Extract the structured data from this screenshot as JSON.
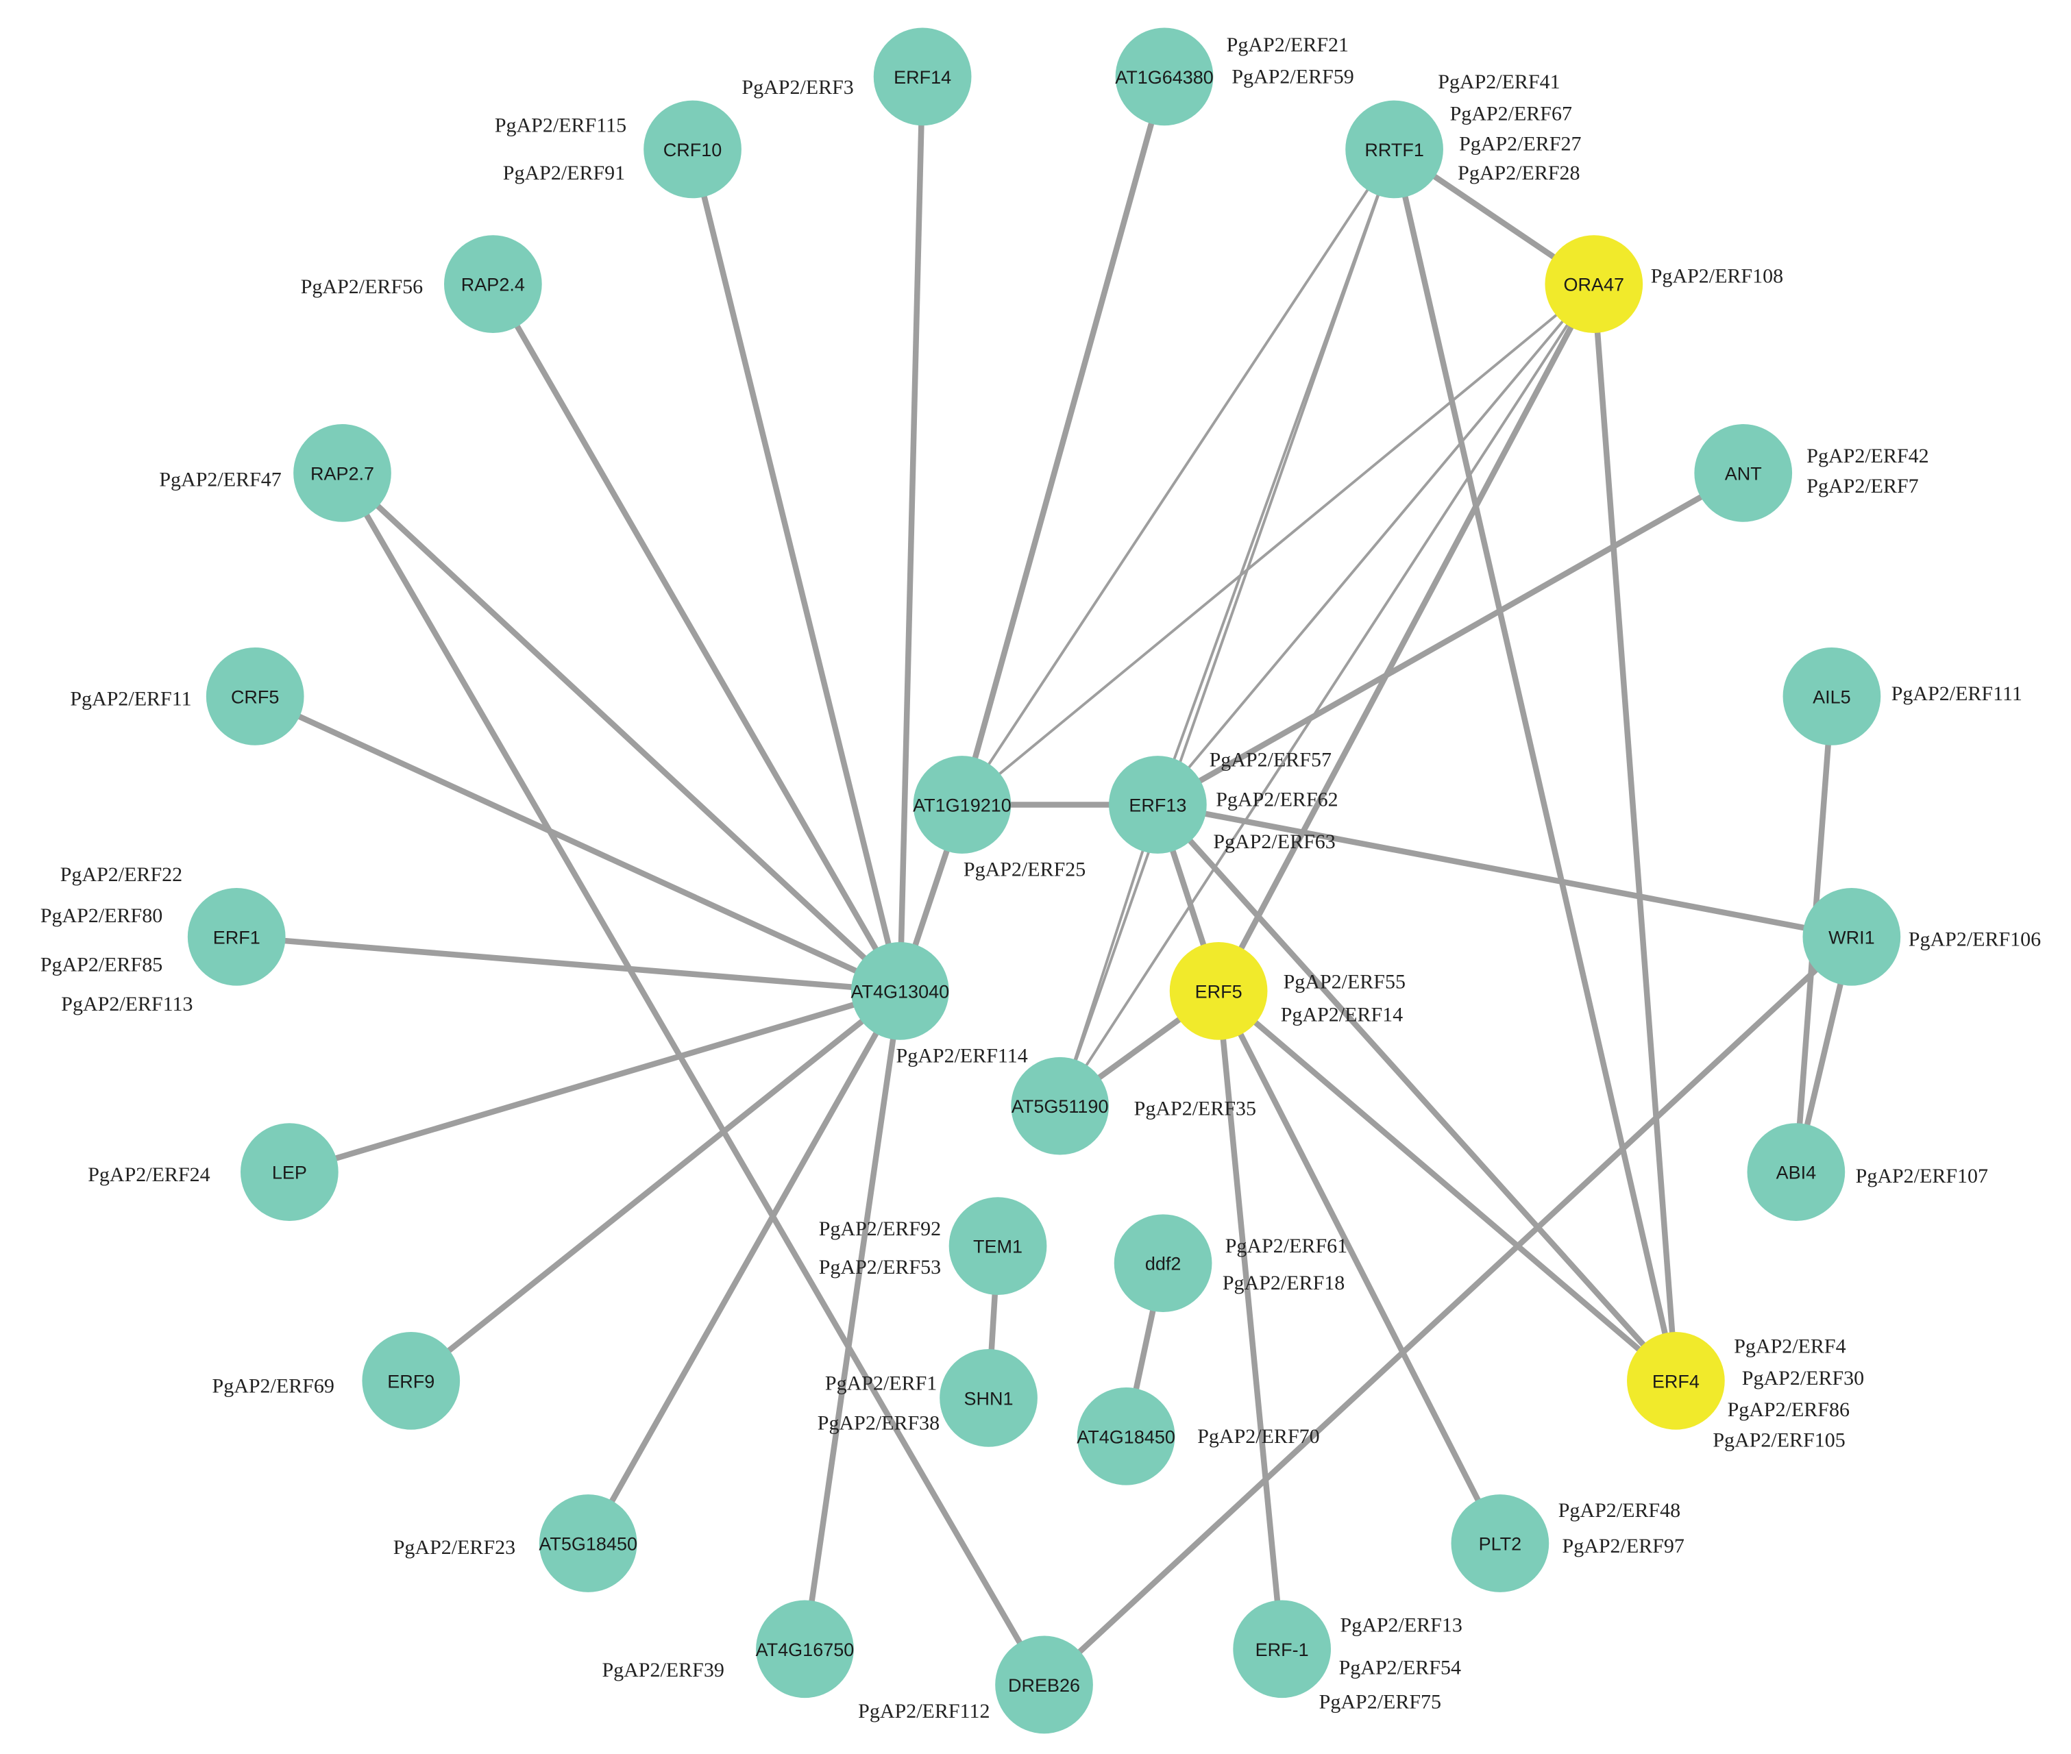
{
  "colors": {
    "edge": "#9e9e9e",
    "node_default": "#7dcdb9",
    "node_highlight": "#f1ea2b",
    "label_text": "#1a1a1a",
    "annotation_text": "#222222"
  },
  "nodes": [
    {
      "id": "AT4G13040",
      "label": "AT4G13040",
      "color": "default",
      "annotations": [
        "PgAP2/ERF114"
      ]
    },
    {
      "id": "AT1G19210",
      "label": "AT1G19210",
      "color": "default",
      "annotations": [
        "PgAP2/ERF25"
      ]
    },
    {
      "id": "ERF13",
      "label": "ERF13",
      "color": "default",
      "annotations": [
        "PgAP2/ERF57",
        "PgAP2/ERF62",
        "PgAP2/ERF63"
      ]
    },
    {
      "id": "ERF5",
      "label": "ERF5",
      "color": "highlight",
      "annotations": [
        "PgAP2/ERF55",
        "PgAP2/ERF14"
      ]
    },
    {
      "id": "ORA47",
      "label": "ORA47",
      "color": "highlight",
      "annotations": [
        "PgAP2/ERF108"
      ]
    },
    {
      "id": "ERF4",
      "label": "ERF4",
      "color": "highlight",
      "annotations": [
        "PgAP2/ERF4",
        "PgAP2/ERF30",
        "PgAP2/ERF86",
        "PgAP2/ERF105"
      ]
    },
    {
      "id": "RRTF1",
      "label": "RRTF1",
      "color": "default",
      "annotations": [
        "PgAP2/ERF41",
        "PgAP2/ERF67",
        "PgAP2/ERF27",
        "PgAP2/ERF28"
      ]
    },
    {
      "id": "ERF14",
      "label": "ERF14",
      "color": "default",
      "annotations": [
        "PgAP2/ERF3"
      ]
    },
    {
      "id": "AT1G64380",
      "label": "AT1G64380",
      "color": "default",
      "annotations": [
        "PgAP2/ERF21",
        "PgAP2/ERF59"
      ]
    },
    {
      "id": "CRF10",
      "label": "CRF10",
      "color": "default",
      "annotations": [
        "PgAP2/ERF115",
        "PgAP2/ERF91"
      ]
    },
    {
      "id": "RAP2.4",
      "label": "RAP2.4",
      "color": "default",
      "annotations": [
        "PgAP2/ERF56"
      ]
    },
    {
      "id": "RAP2.7",
      "label": "RAP2.7",
      "color": "default",
      "annotations": [
        "PgAP2/ERF47"
      ]
    },
    {
      "id": "CRF5",
      "label": "CRF5",
      "color": "default",
      "annotations": [
        "PgAP2/ERF11"
      ]
    },
    {
      "id": "ERF1",
      "label": "ERF1",
      "color": "default",
      "annotations": [
        "PgAP2/ERF22",
        "PgAP2/ERF80",
        "PgAP2/ERF85",
        "PgAP2/ERF113"
      ]
    },
    {
      "id": "LEP",
      "label": "LEP",
      "color": "default",
      "annotations": [
        "PgAP2/ERF24"
      ]
    },
    {
      "id": "ERF9",
      "label": "ERF9",
      "color": "default",
      "annotations": [
        "PgAP2/ERF69"
      ]
    },
    {
      "id": "AT5G18450",
      "label": "AT5G18450",
      "color": "default",
      "annotations": [
        "PgAP2/ERF23"
      ]
    },
    {
      "id": "AT4G16750",
      "label": "AT4G16750",
      "color": "default",
      "annotations": [
        "PgAP2/ERF39"
      ]
    },
    {
      "id": "DREB26",
      "label": "DREB26",
      "color": "default",
      "annotations": [
        "PgAP2/ERF112"
      ]
    },
    {
      "id": "ERF-1",
      "label": "ERF-1",
      "color": "default",
      "annotations": [
        "PgAP2/ERF13",
        "PgAP2/ERF54",
        "PgAP2/ERF75"
      ]
    },
    {
      "id": "PLT2",
      "label": "PLT2",
      "color": "default",
      "annotations": [
        "PgAP2/ERF48",
        "PgAP2/ERF97"
      ]
    },
    {
      "id": "ANT",
      "label": "ANT",
      "color": "default",
      "annotations": [
        "PgAP2/ERF42",
        "PgAP2/ERF7"
      ]
    },
    {
      "id": "AIL5",
      "label": "AIL5",
      "color": "default",
      "annotations": [
        "PgAP2/ERF111"
      ]
    },
    {
      "id": "WRI1",
      "label": "WRI1",
      "color": "default",
      "annotations": [
        "PgAP2/ERF106"
      ]
    },
    {
      "id": "ABI4",
      "label": "ABI4",
      "color": "default",
      "annotations": [
        "PgAP2/ERF107"
      ]
    },
    {
      "id": "AT5G51190",
      "label": "AT5G51190",
      "color": "default",
      "annotations": [
        "PgAP2/ERF35"
      ]
    },
    {
      "id": "TEM1",
      "label": "TEM1",
      "color": "default",
      "annotations": [
        "PgAP2/ERF92",
        "PgAP2/ERF53"
      ]
    },
    {
      "id": "SHN1",
      "label": "SHN1",
      "color": "default",
      "annotations": [
        "PgAP2/ERF1",
        "PgAP2/ERF38"
      ]
    },
    {
      "id": "ddf2",
      "label": "ddf2",
      "color": "default",
      "annotations": [
        "PgAP2/ERF61",
        "PgAP2/ERF18"
      ]
    },
    {
      "id": "AT4G18450",
      "label": "AT4G18450",
      "color": "default",
      "annotations": [
        "PgAP2/ERF70"
      ]
    }
  ],
  "edges": [
    {
      "source": "ERF14",
      "target": "AT4G13040",
      "weight": "thick"
    },
    {
      "source": "CRF10",
      "target": "AT4G13040",
      "weight": "thick"
    },
    {
      "source": "RAP2.4",
      "target": "AT4G13040",
      "weight": "thick"
    },
    {
      "source": "RAP2.7",
      "target": "AT4G13040",
      "weight": "thick"
    },
    {
      "source": "CRF5",
      "target": "AT4G13040",
      "weight": "thick"
    },
    {
      "source": "ERF1",
      "target": "AT4G13040",
      "weight": "thick"
    },
    {
      "source": "LEP",
      "target": "AT4G13040",
      "weight": "thick"
    },
    {
      "source": "ERF9",
      "target": "AT4G13040",
      "weight": "thick"
    },
    {
      "source": "AT5G18450",
      "target": "AT4G13040",
      "weight": "thick"
    },
    {
      "source": "AT4G16750",
      "target": "AT4G13040",
      "weight": "thick"
    },
    {
      "source": "AT1G19210",
      "target": "AT4G13040",
      "weight": "thick"
    },
    {
      "source": "RAP2.7",
      "target": "DREB26",
      "weight": "thick"
    },
    {
      "source": "AT1G64380",
      "target": "AT1G19210",
      "weight": "thick"
    },
    {
      "source": "AT1G19210",
      "target": "ERF13",
      "weight": "thick"
    },
    {
      "source": "AT1G19210",
      "target": "RRTF1",
      "weight": "thin"
    },
    {
      "source": "AT1G19210",
      "target": "ORA47",
      "weight": "thin"
    },
    {
      "source": "RRTF1",
      "target": "ORA47",
      "weight": "thick"
    },
    {
      "source": "RRTF1",
      "target": "ERF13",
      "weight": "thin"
    },
    {
      "source": "RRTF1",
      "target": "AT5G51190",
      "weight": "thin"
    },
    {
      "source": "RRTF1",
      "target": "ERF4",
      "weight": "thick"
    },
    {
      "source": "ORA47",
      "target": "ERF13",
      "weight": "thin"
    },
    {
      "source": "ORA47",
      "target": "ERF5",
      "weight": "thick"
    },
    {
      "source": "ORA47",
      "target": "AT5G51190",
      "weight": "thin"
    },
    {
      "source": "ORA47",
      "target": "ERF4",
      "weight": "thick"
    },
    {
      "source": "ANT",
      "target": "ERF13",
      "weight": "thick"
    },
    {
      "source": "ERF13",
      "target": "WRI1",
      "weight": "thick"
    },
    {
      "source": "ERF13",
      "target": "ERF5",
      "weight": "thick"
    },
    {
      "source": "ERF13",
      "target": "AT5G51190",
      "weight": "thin"
    },
    {
      "source": "ERF13",
      "target": "ERF4",
      "weight": "thick"
    },
    {
      "source": "ERF5",
      "target": "AT5G51190",
      "weight": "thick"
    },
    {
      "source": "ERF5",
      "target": "ERF4",
      "weight": "thick"
    },
    {
      "source": "ERF5",
      "target": "ERF-1",
      "weight": "thick"
    },
    {
      "source": "ERF5",
      "target": "PLT2",
      "weight": "thick"
    },
    {
      "source": "WRI1",
      "target": "DREB26",
      "weight": "thick"
    },
    {
      "source": "AIL5",
      "target": "ABI4",
      "weight": "thick"
    },
    {
      "source": "WRI1",
      "target": "ABI4",
      "weight": "thick"
    },
    {
      "source": "TEM1",
      "target": "SHN1",
      "weight": "thick"
    },
    {
      "source": "ddf2",
      "target": "AT4G18450",
      "weight": "thick"
    }
  ]
}
